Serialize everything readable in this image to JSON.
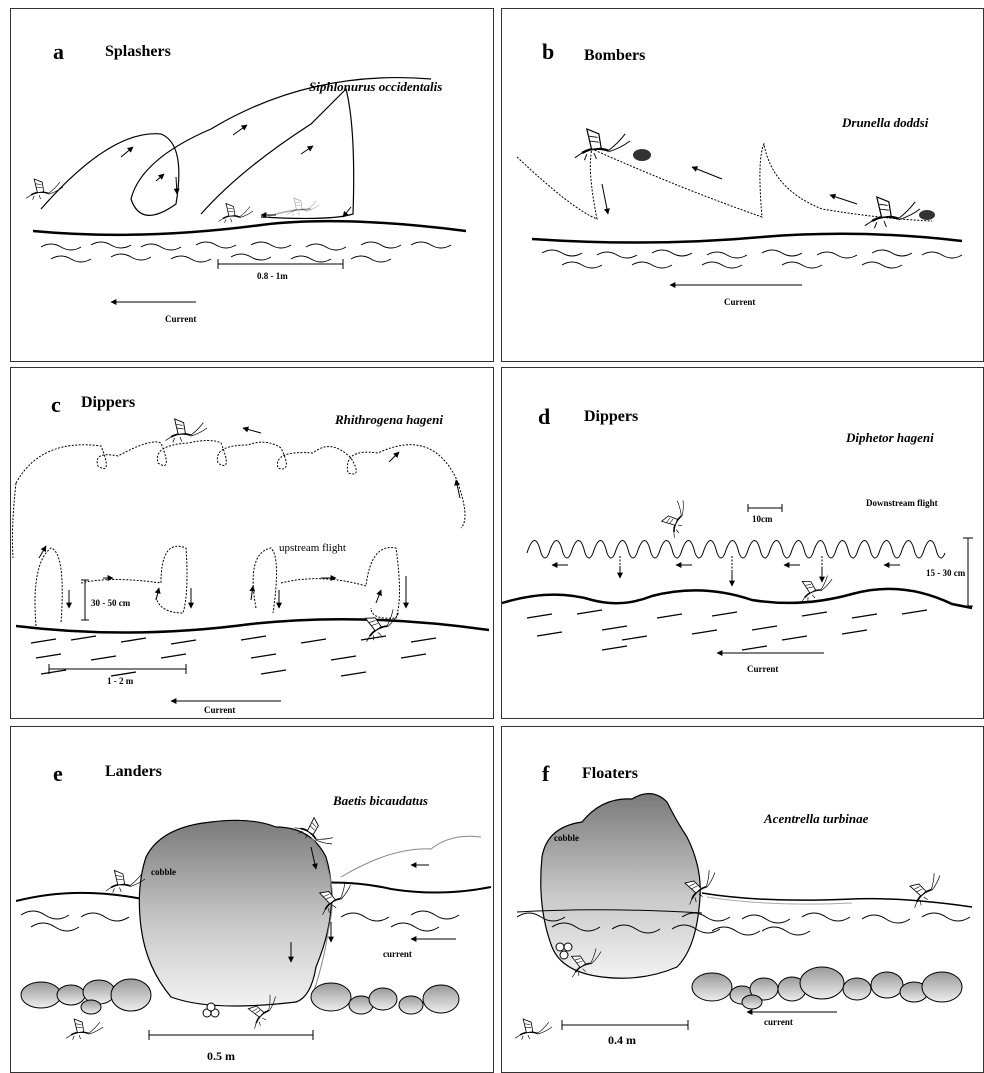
{
  "panels": [
    {
      "letter": "a",
      "title": "Splashers",
      "species": "Siphlonurus occidentalis",
      "scale": "0.8 - 1m",
      "current": "Current"
    },
    {
      "letter": "b",
      "title": "Bombers",
      "species": "Drunella doddsi",
      "current": "Current"
    },
    {
      "letter": "c",
      "title": "Dippers",
      "species": "Rhithrogena hageni",
      "flight": "upstream flight",
      "height": "30 - 50 cm",
      "scale": "1 - 2 m",
      "current": "Current"
    },
    {
      "letter": "d",
      "title": "Dippers",
      "species": "Diphetor hageni",
      "flight": "Downstream flight",
      "loop": "10cm",
      "height": "15 - 30 cm",
      "current": "Current"
    },
    {
      "letter": "e",
      "title": "Landers",
      "species": "Baetis bicaudatus",
      "rock": "cobble",
      "current": "current",
      "scale": "0.5 m"
    },
    {
      "letter": "f",
      "title": "Floaters",
      "species": "Acentrella turbinae",
      "rock": "cobble",
      "current": "current",
      "scale": "0.4 m"
    }
  ]
}
